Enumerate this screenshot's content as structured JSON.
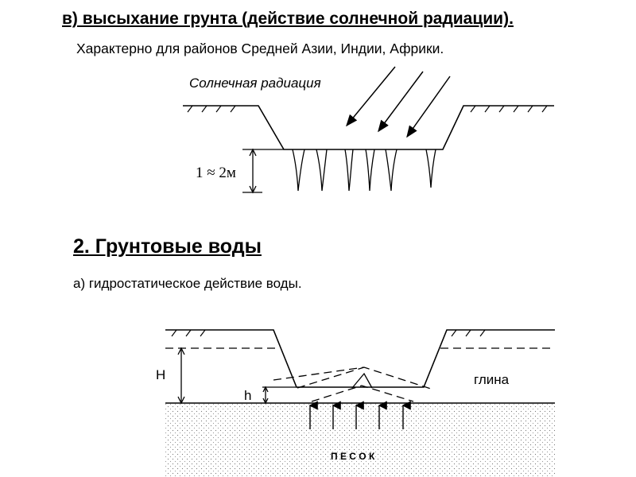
{
  "section_v": {
    "heading": "в) высыхание грунта (действие солнечной радиации).",
    "subtitle": "Характерно для районов Средней Азии, Индии, Африки.",
    "radiation_label": "Солнечная радиация",
    "depth_label": "1 ≈ 2м"
  },
  "section_2": {
    "heading": "2. Грунтовые воды",
    "subtitle": "а) гидростатическое действие воды.",
    "label_H": "H",
    "label_h": "h",
    "label_clay": "глина",
    "label_sand": "П Е С О К"
  }
}
